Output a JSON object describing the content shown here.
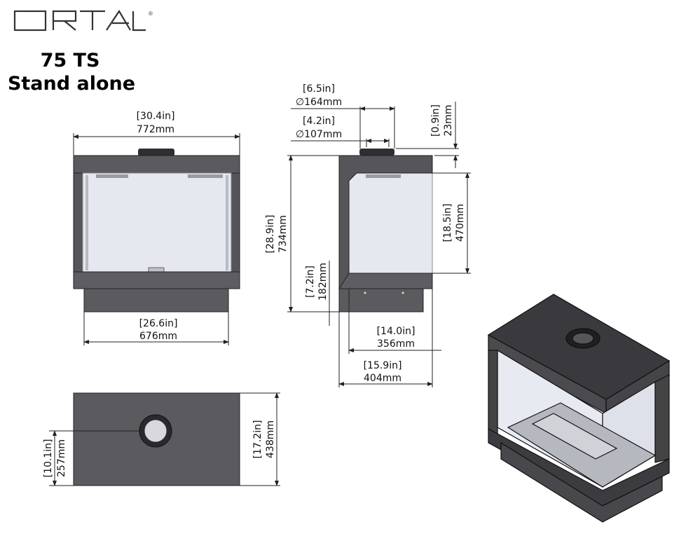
{
  "brand": {
    "logo_text": "ORTAL",
    "registered": "®"
  },
  "title": {
    "model": "75 TS",
    "subtitle": "Stand alone"
  },
  "colors": {
    "frame": "#505055",
    "glass": "#e4e6f0",
    "base": "#5a5a60"
  },
  "front_view": {
    "width_in": "30.4in",
    "width_mm": "772mm",
    "base_in": "26.6in",
    "base_mm": "676mm"
  },
  "side_view": {
    "flue_outer_in": "6.5in",
    "flue_outer_mm": "164mm",
    "flue_outer_symbol": "∅",
    "flue_inner_in": "4.2in",
    "flue_inner_mm": "107mm",
    "flue_inner_symbol": "∅",
    "flue_height_in": "0.9in",
    "flue_height_mm": "23mm",
    "height_in": "28.9in",
    "height_mm": "734mm",
    "glass_in": "18.5in",
    "glass_mm": "470mm",
    "base_h_in": "7.2in",
    "base_h_mm": "182mm",
    "depth_inner_in": "14.0in",
    "depth_inner_mm": "356mm",
    "depth_in": "15.9in",
    "depth_mm": "404mm"
  },
  "top_view": {
    "flue_offset_in": "10.1in",
    "flue_offset_mm": "257mm",
    "depth_in": "17.2in",
    "depth_mm": "438mm"
  }
}
